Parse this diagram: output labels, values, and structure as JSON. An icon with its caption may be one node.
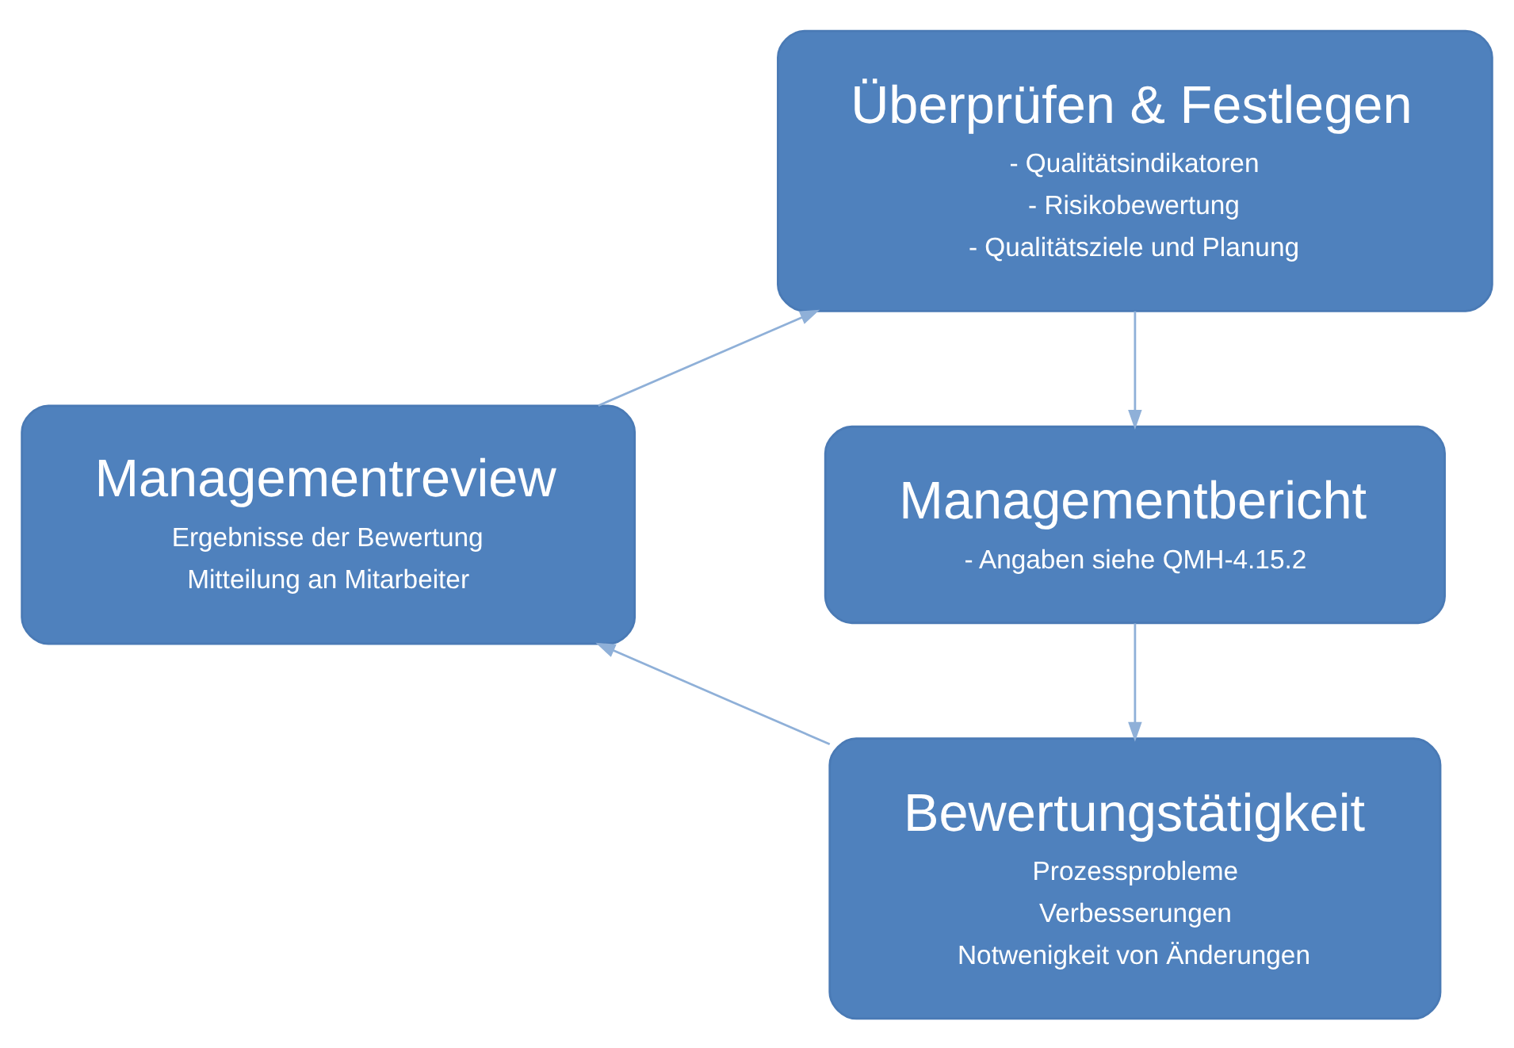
{
  "diagram": {
    "nodes": [
      {
        "text": [
          "Überprüfen & Festlegen",
          "- Qualitätsindikatoren",
          "- Risikobewertung",
          "- Qualitätsziele und Planung"
        ]
      },
      {
        "text": [
          "Managementbericht",
          "- Angaben siehe QMH-4.15.2"
        ]
      },
      {
        "text": [
          "Bewertungstätigkeit",
          "Prozessprobleme",
          "Verbesserungen",
          "Notwenigkeit von Änderungen"
        ]
      },
      {
        "text": [
          "Managementreview",
          "Ergebnisse der Bewertung",
          "Mitteilung an Mitarbeiter"
        ]
      }
    ],
    "edges": [
      {
        "from": 0,
        "to": 1,
        "arrow": "to"
      },
      {
        "from": 1,
        "to": 2,
        "arrow": "to"
      },
      {
        "from": 2,
        "to": 3,
        "arrow": "to"
      },
      {
        "from": 3,
        "to": 0,
        "arrow": "to"
      }
    ]
  }
}
